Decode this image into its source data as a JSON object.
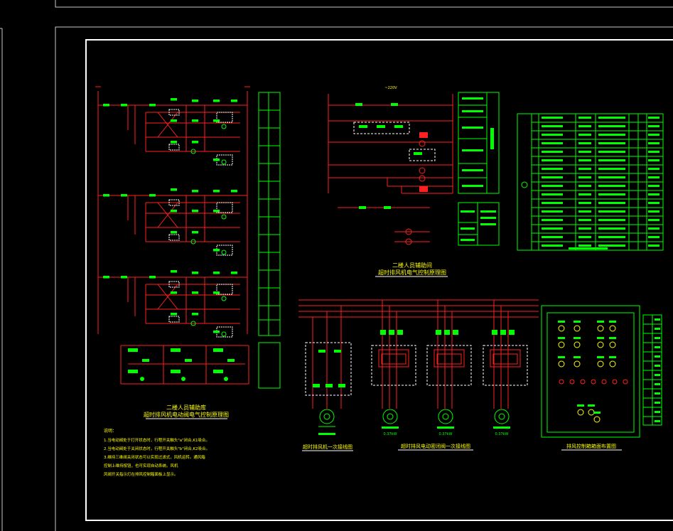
{
  "colors": {
    "background": "#000000",
    "frame": "#ffffff",
    "wire": "#ff2020",
    "component": "#00ff00",
    "label": "#ffff00",
    "line": "#c8c8c8"
  },
  "left_circuit": {
    "title": "二楼人员辅助库",
    "subtitle": "超时排风机电动阀电气控制原理图"
  },
  "upper_middle_circuit": {
    "voltage": "~220V",
    "title": "二楼人员辅助间",
    "subtitle": "超时排风机电气控制原理图"
  },
  "lower_middle": {
    "primary_title": "超时排风机一次接线图",
    "valve_title": "超时排风电动密闭阀一次接线图",
    "valve_ratings": [
      "0.37kW",
      "0.37kW",
      "0.37kW"
    ]
  },
  "right_panel": {
    "title": "排风控制箱箱面布置图"
  },
  "notes": {
    "heading": "说明：",
    "lines": [
      "1.当电动阀处于打开状态时，行程开关触头\"a\"闭合,K1吸合。",
      "2.当电动阀处于关闭状态时，行程开关触头\"b\"闭合,K2吸合。",
      "3.维持三维阀关闭状态可以实现过滤式，风机运转。通风箱",
      "  控制上维持按钮，也可实现自动系统。风机",
      "  风阀开关指示灯在排风控制箱面板上显示。"
    ]
  }
}
